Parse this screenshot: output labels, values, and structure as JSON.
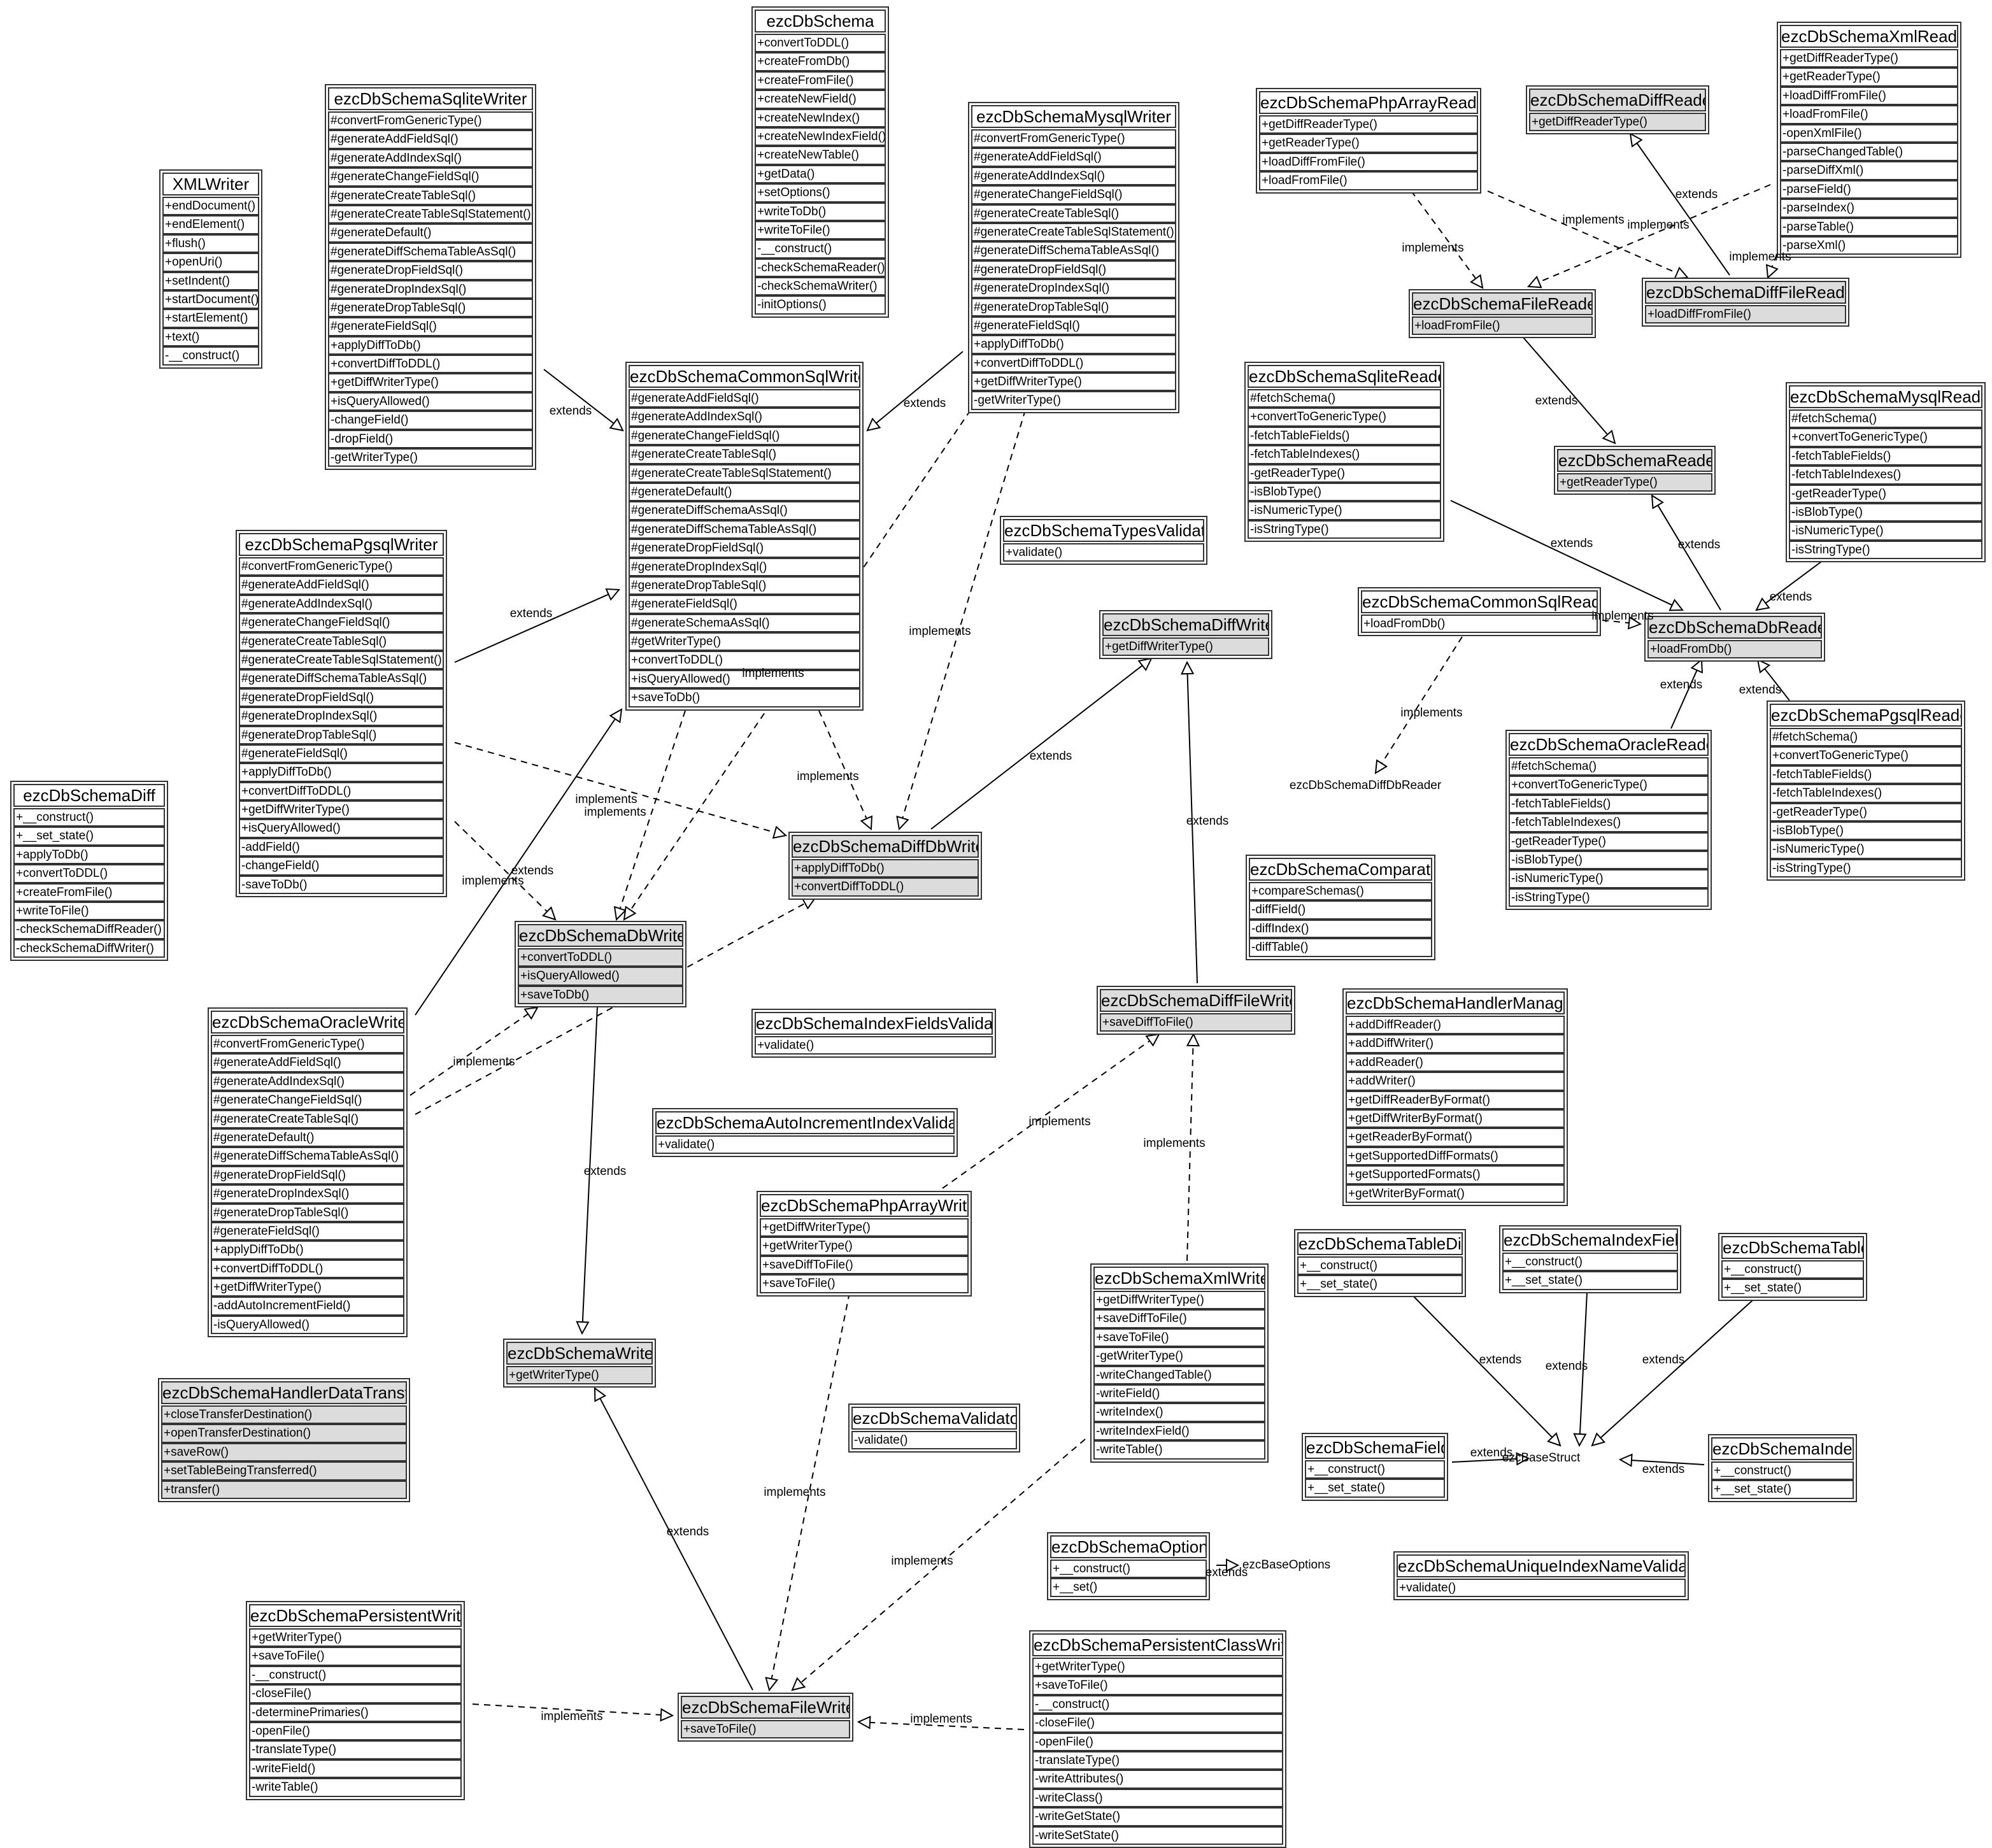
{
  "classes": [
    {
      "name": "XMLWriter",
      "abstract": false,
      "methods": [
        "+endDocument()",
        "+endElement()",
        "+flush()",
        "+openUri()",
        "+setIndent()",
        "+startDocument()",
        "+startElement()",
        "+text()",
        "-__construct()"
      ]
    },
    {
      "name": "ezcDbSchemaSqliteWriter",
      "abstract": false,
      "methods": [
        "#convertFromGenericType()",
        "#generateAddFieldSql()",
        "#generateAddIndexSql()",
        "#generateChangeFieldSql()",
        "#generateCreateTableSql()",
        "#generateCreateTableSqlStatement()",
        "#generateDefault()",
        "#generateDiffSchemaTableAsSql()",
        "#generateDropFieldSql()",
        "#generateDropIndexSql()",
        "#generateDropTableSql()",
        "#generateFieldSql()",
        "+applyDiffToDb()",
        "+convertDiffToDDL()",
        "+getDiffWriterType()",
        "+isQueryAllowed()",
        "-changeField()",
        "-dropField()",
        "-getWriterType()"
      ]
    },
    {
      "name": "ezcDbSchema",
      "abstract": false,
      "methods": [
        "+convertToDDL()",
        "+createFromDb()",
        "+createFromFile()",
        "+createNewField()",
        "+createNewIndex()",
        "+createNewIndexField()",
        "+createNewTable()",
        "+getData()",
        "+setOptions()",
        "+writeToDb()",
        "+writeToFile()",
        "-__construct()",
        "-checkSchemaReader()",
        "-checkSchemaWriter()",
        "-initOptions()"
      ]
    },
    {
      "name": "ezcDbSchemaMysqlWriter",
      "abstract": false,
      "methods": [
        "#convertFromGenericType()",
        "#generateAddFieldSql()",
        "#generateAddIndexSql()",
        "#generateChangeFieldSql()",
        "#generateCreateTableSql()",
        "#generateCreateTableSqlStatement()",
        "#generateDiffSchemaTableAsSql()",
        "#generateDropFieldSql()",
        "#generateDropIndexSql()",
        "#generateDropTableSql()",
        "#generateFieldSql()",
        "+applyDiffToDb()",
        "+convertDiffToDDL()",
        "+getDiffWriterType()",
        "-getWriterType()"
      ]
    },
    {
      "name": "ezcDbSchemaPhpArrayReader",
      "abstract": false,
      "methods": [
        "+getDiffReaderType()",
        "+getReaderType()",
        "+loadDiffFromFile()",
        "+loadFromFile()"
      ]
    },
    {
      "name": "ezcDbSchemaDiffReader",
      "abstract": true,
      "methods": [
        "+getDiffReaderType()"
      ]
    },
    {
      "name": "ezcDbSchemaXmlReader",
      "abstract": false,
      "methods": [
        "+getDiffReaderType()",
        "+getReaderType()",
        "+loadDiffFromFile()",
        "+loadFromFile()",
        "-openXmlFile()",
        "-parseChangedTable()",
        "-parseDiffXml()",
        "-parseField()",
        "-parseIndex()",
        "-parseTable()",
        "-parseXml()"
      ]
    },
    {
      "name": "ezcDbSchemaFileReader",
      "abstract": true,
      "methods": [
        "+loadFromFile()"
      ]
    },
    {
      "name": "ezcDbSchemaDiffFileReader",
      "abstract": true,
      "methods": [
        "+loadDiffFromFile()"
      ]
    },
    {
      "name": "ezcDbSchemaCommonSqlWriter",
      "abstract": false,
      "methods": [
        "#generateAddFieldSql()",
        "#generateAddIndexSql()",
        "#generateChangeFieldSql()",
        "#generateCreateTableSql()",
        "#generateCreateTableSqlStatement()",
        "#generateDefault()",
        "#generateDiffSchemaAsSql()",
        "#generateDiffSchemaTableAsSql()",
        "#generateDropFieldSql()",
        "#generateDropIndexSql()",
        "#generateDropTableSql()",
        "#generateFieldSql()",
        "#generateSchemaAsSql()",
        "#getWriterType()",
        "+convertToDDL()",
        "+isQueryAllowed()",
        "+saveToDb()"
      ]
    },
    {
      "name": "ezcDbSchemaSqliteReader",
      "abstract": false,
      "methods": [
        "#fetchSchema()",
        "+convertToGenericType()",
        "-fetchTableFields()",
        "-fetchTableIndexes()",
        "-getReaderType()",
        "-isBlobType()",
        "-isNumericType()",
        "-isStringType()"
      ]
    },
    {
      "name": "ezcDbSchemaReader",
      "abstract": true,
      "methods": [
        "+getReaderType()"
      ]
    },
    {
      "name": "ezcDbSchemaMysqlReader",
      "abstract": false,
      "methods": [
        "#fetchSchema()",
        "+convertToGenericType()",
        "-fetchTableFields()",
        "-fetchTableIndexes()",
        "-getReaderType()",
        "-isBlobType()",
        "-isNumericType()",
        "-isStringType()"
      ]
    },
    {
      "name": "ezcDbSchemaTypesValidator",
      "abstract": false,
      "methods": [
        "+validate()"
      ]
    },
    {
      "name": "ezcDbSchemaPgsqlWriter",
      "abstract": false,
      "methods": [
        "#convertFromGenericType()",
        "#generateAddFieldSql()",
        "#generateAddIndexSql()",
        "#generateChangeFieldSql()",
        "#generateCreateTableSql()",
        "#generateCreateTableSqlStatement()",
        "#generateDiffSchemaTableAsSql()",
        "#generateDropFieldSql()",
        "#generateDropIndexSql()",
        "#generateDropTableSql()",
        "#generateFieldSql()",
        "+applyDiffToDb()",
        "+convertDiffToDDL()",
        "+getDiffWriterType()",
        "+isQueryAllowed()",
        "-addField()",
        "-changeField()",
        "-saveToDb()"
      ]
    },
    {
      "name": "ezcDbSchemaCommonSqlReader",
      "abstract": false,
      "methods": [
        "+loadFromDb()"
      ]
    },
    {
      "name": "ezcDbSchemaDbReader",
      "abstract": true,
      "methods": [
        "+loadFromDb()"
      ]
    },
    {
      "name": "ezcDbSchemaDiffWriter",
      "abstract": true,
      "methods": [
        "+getDiffWriterType()"
      ]
    },
    {
      "name": "ezcDbSchemaOracleReader",
      "abstract": false,
      "methods": [
        "#fetchSchema()",
        "+convertToGenericType()",
        "-fetchTableFields()",
        "-fetchTableIndexes()",
        "-getReaderType()",
        "-isBlobType()",
        "-isNumericType()",
        "-isStringType()"
      ]
    },
    {
      "name": "ezcDbSchemaPgsqlReader",
      "abstract": false,
      "methods": [
        "#fetchSchema()",
        "+convertToGenericType()",
        "-fetchTableFields()",
        "-fetchTableIndexes()",
        "-getReaderType()",
        "-isBlobType()",
        "-isNumericType()",
        "-isStringType()"
      ]
    },
    {
      "name": "ezcDbSchemaDiff",
      "abstract": false,
      "methods": [
        "+__construct()",
        "+__set_state()",
        "+applyToDb()",
        "+convertToDDL()",
        "+createFromFile()",
        "+writeToFile()",
        "-checkSchemaDiffReader()",
        "-checkSchemaDiffWriter()"
      ]
    },
    {
      "name": "ezcDbSchemaDiffDbWriter",
      "abstract": true,
      "methods": [
        "+applyDiffToDb()",
        "+convertDiffToDDL()"
      ]
    },
    {
      "name": "ezcDbSchemaComparator",
      "abstract": false,
      "methods": [
        "+compareSchemas()",
        "-diffField()",
        "-diffIndex()",
        "-diffTable()"
      ]
    },
    {
      "name": "ezcDbSchemaDbWriter",
      "abstract": true,
      "methods": [
        "+convertToDDL()",
        "+isQueryAllowed()",
        "+saveToDb()"
      ]
    },
    {
      "name": "ezcDbSchemaOracleWriter",
      "abstract": false,
      "methods": [
        "#convertFromGenericType()",
        "#generateAddFieldSql()",
        "#generateAddIndexSql()",
        "#generateChangeFieldSql()",
        "#generateCreateTableSql()",
        "#generateDefault()",
        "#generateDiffSchemaTableAsSql()",
        "#generateDropFieldSql()",
        "#generateDropIndexSql()",
        "#generateDropTableSql()",
        "#generateFieldSql()",
        "+applyDiffToDb()",
        "+convertDiffToDDL()",
        "+getDiffWriterType()",
        "-addAutoIncrementField()",
        "-isQueryAllowed()"
      ]
    },
    {
      "name": "ezcDbSchemaIndexFieldsValidator",
      "abstract": false,
      "methods": [
        "+validate()"
      ]
    },
    {
      "name": "ezcDbSchemaDiffFileWriter",
      "abstract": true,
      "methods": [
        "+saveDiffToFile()"
      ]
    },
    {
      "name": "ezcDbSchemaHandlerManager",
      "abstract": false,
      "methods": [
        "+addDiffReader()",
        "+addDiffWriter()",
        "+addReader()",
        "+addWriter()",
        "+getDiffReaderByFormat()",
        "+getDiffWriterByFormat()",
        "+getReaderByFormat()",
        "+getSupportedDiffFormats()",
        "+getSupportedFormats()",
        "+getWriterByFormat()"
      ]
    },
    {
      "name": "ezcDbSchemaAutoIncrementIndexValidator",
      "abstract": false,
      "methods": [
        "+validate()"
      ]
    },
    {
      "name": "ezcDbSchemaPhpArrayWriter",
      "abstract": false,
      "methods": [
        "+getDiffWriterType()",
        "+getWriterType()",
        "+saveDiffToFile()",
        "+saveToFile()"
      ]
    },
    {
      "name": "ezcDbSchemaXmlWriter",
      "abstract": false,
      "methods": [
        "+getDiffWriterType()",
        "+saveDiffToFile()",
        "+saveToFile()",
        "-getWriterType()",
        "-writeChangedTable()",
        "-writeField()",
        "-writeIndex()",
        "-writeIndexField()",
        "-writeTable()"
      ]
    },
    {
      "name": "ezcDbSchemaTableDiff",
      "abstract": false,
      "methods": [
        "+__construct()",
        "+__set_state()"
      ]
    },
    {
      "name": "ezcDbSchemaIndexField",
      "abstract": false,
      "methods": [
        "+__construct()",
        "+__set_state()"
      ]
    },
    {
      "name": "ezcDbSchemaTable",
      "abstract": false,
      "methods": [
        "+__construct()",
        "+__set_state()"
      ]
    },
    {
      "name": "ezcDbSchemaWriter",
      "abstract": true,
      "methods": [
        "+getWriterType()"
      ]
    },
    {
      "name": "ezcDbSchemaHandlerDataTransfer",
      "abstract": true,
      "methods": [
        "+closeTransferDestination()",
        "+openTransferDestination()",
        "+saveRow()",
        "+setTableBeingTransferred()",
        "+transfer()"
      ]
    },
    {
      "name": "ezcDbSchemaValidator",
      "abstract": false,
      "methods": [
        "-validate()"
      ]
    },
    {
      "name": "ezcDbSchemaField",
      "abstract": false,
      "methods": [
        "+__construct()",
        "+__set_state()"
      ]
    },
    {
      "name": "ezcDbSchemaIndex",
      "abstract": false,
      "methods": [
        "+__construct()",
        "+__set_state()"
      ]
    },
    {
      "name": "ezcDbSchemaOptions",
      "abstract": false,
      "methods": [
        "+__construct()",
        "+__set()"
      ]
    },
    {
      "name": "ezcDbSchemaUniqueIndexNameValidator",
      "abstract": false,
      "methods": [
        "+validate()"
      ]
    },
    {
      "name": "ezcDbSchemaPersistentWriter",
      "abstract": false,
      "methods": [
        "+getWriterType()",
        "+saveToFile()",
        "-__construct()",
        "-closeFile()",
        "-determinePrimaries()",
        "-openFile()",
        "-translateType()",
        "-writeField()",
        "-writeTable()"
      ]
    },
    {
      "name": "ezcDbSchemaFileWriter",
      "abstract": true,
      "methods": [
        "+saveToFile()"
      ]
    },
    {
      "name": "ezcDbSchemaPersistentClassWriter",
      "abstract": false,
      "methods": [
        "+getWriterType()",
        "+saveToFile()",
        "-__construct()",
        "-closeFile()",
        "-openFile()",
        "-translateType()",
        "-writeAttributes()",
        "-writeClass()",
        "-writeGetState()",
        "-writeSetState()"
      ]
    }
  ],
  "external": [
    "ezcDbSchemaDiffDbReader",
    "ezcBaseStruct",
    "ezcBaseOptions"
  ],
  "edges": [
    {
      "kind": "extends",
      "label": "extends"
    },
    {
      "kind": "extends",
      "label": "extends"
    },
    {
      "kind": "extends",
      "label": "extends"
    },
    {
      "kind": "extends",
      "label": "extends"
    },
    {
      "kind": "implements",
      "label": "implements"
    },
    {
      "kind": "implements",
      "label": "implements"
    },
    {
      "kind": "implements",
      "label": "implements"
    },
    {
      "kind": "implements",
      "label": "implements"
    },
    {
      "kind": "implements",
      "label": "implements"
    },
    {
      "kind": "implements",
      "label": "implements"
    },
    {
      "kind": "implements",
      "label": "implements"
    },
    {
      "kind": "implements",
      "label": ""
    },
    {
      "kind": "extends",
      "label": "extends"
    },
    {
      "kind": "extends",
      "label": "extends"
    },
    {
      "kind": "extends",
      "label": "extends"
    },
    {
      "kind": "implements",
      "label": "implements"
    },
    {
      "kind": "implements",
      "label": "implements"
    },
    {
      "kind": "implements",
      "label": "implements"
    },
    {
      "kind": "implements",
      "label": "implements"
    },
    {
      "kind": "extends",
      "label": "extends"
    },
    {
      "kind": "implements",
      "label": "implements"
    },
    {
      "kind": "implements",
      "label": "implements"
    },
    {
      "kind": "implements",
      "label": "implements"
    },
    {
      "kind": "implements",
      "label": "implements"
    },
    {
      "kind": "implements",
      "label": "implements"
    },
    {
      "kind": "implements",
      "label": "implements"
    },
    {
      "kind": "extends",
      "label": "extends"
    },
    {
      "kind": "extends",
      "label": "extends"
    },
    {
      "kind": "extends",
      "label": "extends"
    },
    {
      "kind": "extends",
      "label": "extends"
    },
    {
      "kind": "extends",
      "label": "extends"
    },
    {
      "kind": "implements",
      "label": "implements"
    },
    {
      "kind": "implements",
      "label": "implements"
    },
    {
      "kind": "extends",
      "label": "extends"
    },
    {
      "kind": "extends",
      "label": "extends"
    },
    {
      "kind": "extends",
      "label": "extends"
    },
    {
      "kind": "extends",
      "label": "extends"
    },
    {
      "kind": "extends",
      "label": "extends"
    },
    {
      "kind": "extends",
      "label": "extends"
    },
    {
      "kind": "extends",
      "label": "extends"
    },
    {
      "kind": "extends",
      "label": "extends"
    }
  ]
}
